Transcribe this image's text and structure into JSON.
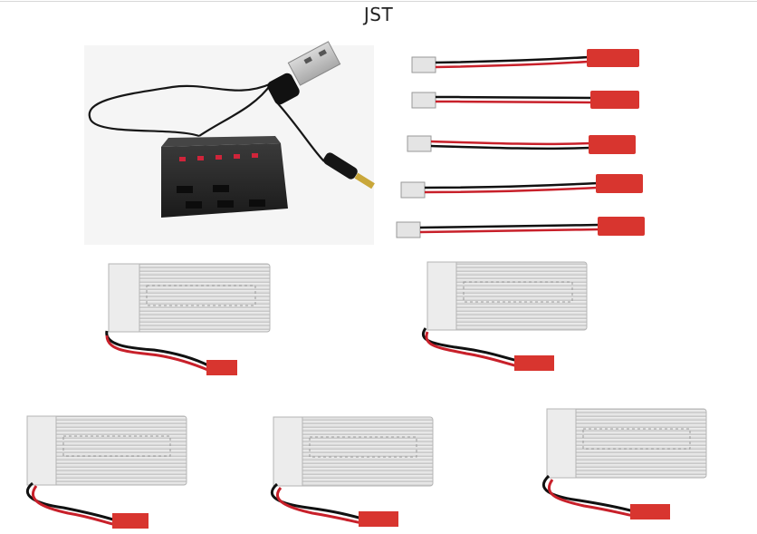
{
  "title": "JST",
  "components": {
    "charger": {
      "name": "usb-charger",
      "ports": 5
    },
    "adapter_cables": {
      "count": 5
    },
    "batteries": {
      "count": 5
    }
  },
  "colors": {
    "background": "#ffffff",
    "charger_body": "#2a2a2a",
    "led": "#d0243a",
    "wire_red": "#c8202a",
    "wire_black": "#111111",
    "jst_connector": "#d8352f",
    "battery_silver": "#e4e4e4"
  }
}
